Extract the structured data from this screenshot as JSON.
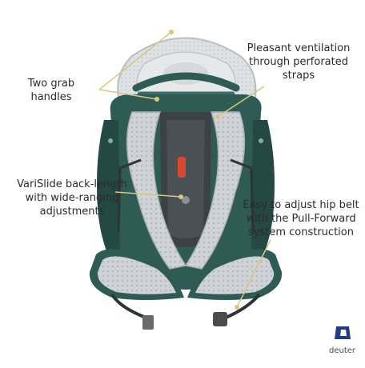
{
  "callouts": {
    "grab_handles": [
      "Two grab",
      "handles"
    ],
    "ventilation": [
      "Pleasant ventilation",
      "through perforated",
      "straps"
    ],
    "varislide": [
      "VariSlide back-length",
      "with wide-ranging",
      "adjustments"
    ],
    "hip_belt": [
      "Easy to adjust hip belt",
      "with the Pull-Forward",
      "system construction"
    ]
  },
  "brand": {
    "name": "deuter"
  },
  "colors": {
    "frame": "#2f5b55",
    "frame_dark": "#244843",
    "mesh": "#c9ccd0",
    "mesh_light": "#dde0e3",
    "callout_line": "#d9c77f",
    "accent_red": "#d9482e",
    "brand_blue": "#1f3b8a",
    "buckle": "#6a6a6a"
  }
}
